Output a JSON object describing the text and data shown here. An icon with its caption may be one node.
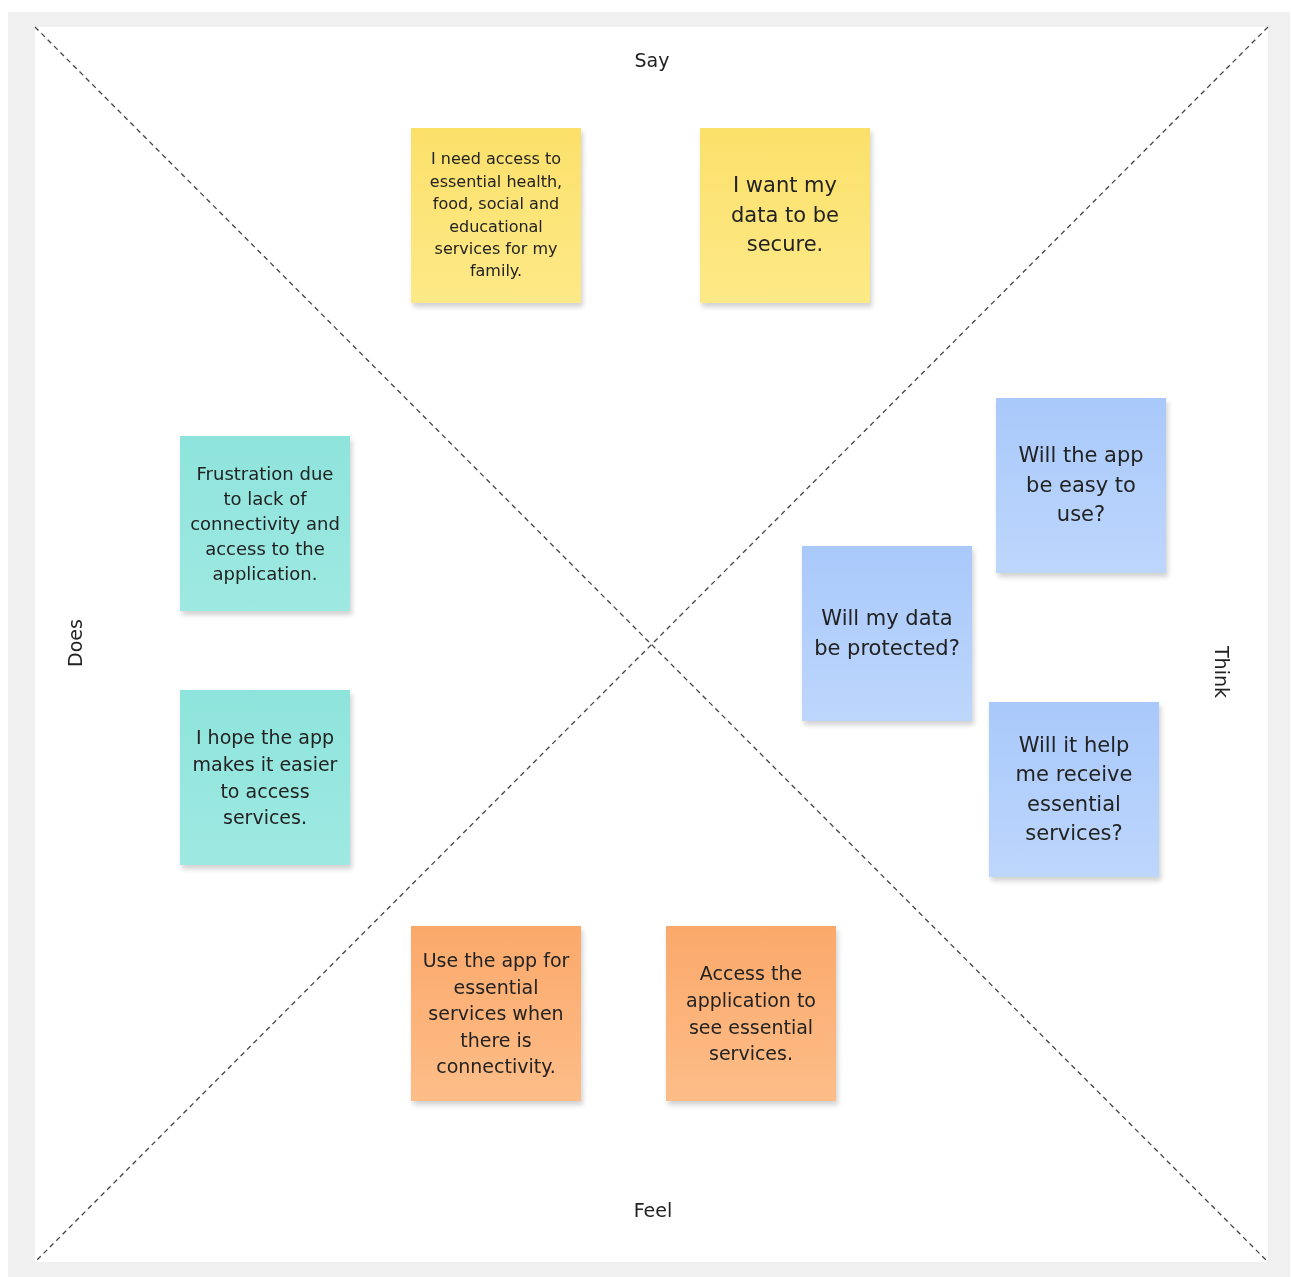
{
  "diagram": {
    "nodes": [
      {
        "text": [
          "I need access to essential health, food, social and educational services for my family."
        ]
      },
      {
        "text": [
          "I want my data to be secure."
        ]
      },
      {
        "text": [
          "Will the app be easy to use?"
        ]
      },
      {
        "text": [
          "Frustration due to lack of connectivity and access to the application."
        ]
      },
      {
        "text": [
          "Will my data be protected?"
        ]
      },
      {
        "text": [
          "Will it help me receive essential services?"
        ]
      },
      {
        "text": [
          "I hope the app makes it easier to access services."
        ]
      },
      {
        "text": [
          "Use the app for essential services when there is connectivity."
        ]
      },
      {
        "text": [
          "Access the application to see essential services."
        ]
      }
    ],
    "labels": [
      "Say",
      "Does",
      "Think",
      "Feel"
    ]
  }
}
